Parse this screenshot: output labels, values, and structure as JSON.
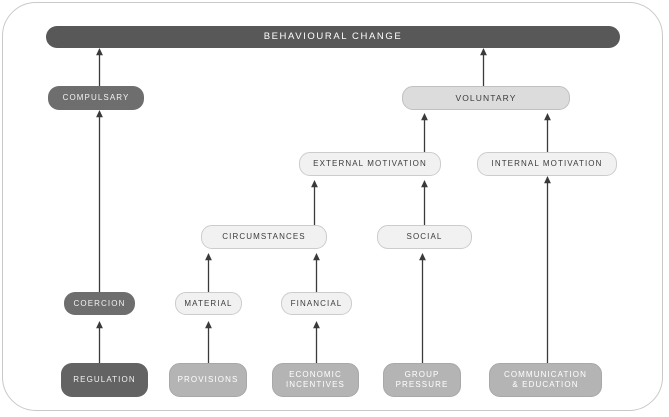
{
  "diagram": {
    "title": "Behavioural change drivers hierarchy",
    "frame": {
      "shape": "rounded-rectangle",
      "border_color": "#c9c9c9"
    },
    "colors": {
      "banner": "#585858",
      "dark_fill": "#6e6e6e",
      "darker_fill": "#636363",
      "mid_fill": "#b4b4b4",
      "light_fill": "#dcdcdc",
      "pale_fill": "#f1f1f1",
      "arrow": "#3a3a3a",
      "text_light": "#f2f2f2",
      "text_dark": "#3b3b3b"
    },
    "nodes": {
      "behavioural_change": "BEHAVIOURAL CHANGE",
      "compulsary": "COMPULSARY",
      "voluntary": "VOLUNTARY",
      "external_motivation": "EXTERNAL MOTIVATION",
      "internal_motivation": "INTERNAL MOTIVATION",
      "circumstances": "CIRCUMSTANCES",
      "social": "SOCIAL",
      "coercion": "COERCION",
      "material": "MATERIAL",
      "financial": "FINANCIAL",
      "regulation": "REGULATION",
      "provisions": "PROVISIONS",
      "economic_incentives": "ECONOMIC\nINCENTIVES",
      "group_pressure": "GROUP\nPRESSURE",
      "communication_education": "COMMUNICATION\n& EDUCATION"
    },
    "edges": [
      {
        "from": "compulsary",
        "to": "behavioural_change"
      },
      {
        "from": "voluntary",
        "to": "behavioural_change"
      },
      {
        "from": "coercion",
        "to": "compulsary"
      },
      {
        "from": "external_motivation",
        "to": "voluntary"
      },
      {
        "from": "internal_motivation",
        "to": "voluntary"
      },
      {
        "from": "circumstances",
        "to": "external_motivation"
      },
      {
        "from": "social",
        "to": "external_motivation"
      },
      {
        "from": "material",
        "to": "circumstances"
      },
      {
        "from": "financial",
        "to": "circumstances"
      },
      {
        "from": "group_pressure",
        "to": "social"
      },
      {
        "from": "regulation",
        "to": "coercion"
      },
      {
        "from": "provisions",
        "to": "material"
      },
      {
        "from": "economic_incentives",
        "to": "financial"
      },
      {
        "from": "communication_education",
        "to": "internal_motivation"
      }
    ]
  }
}
